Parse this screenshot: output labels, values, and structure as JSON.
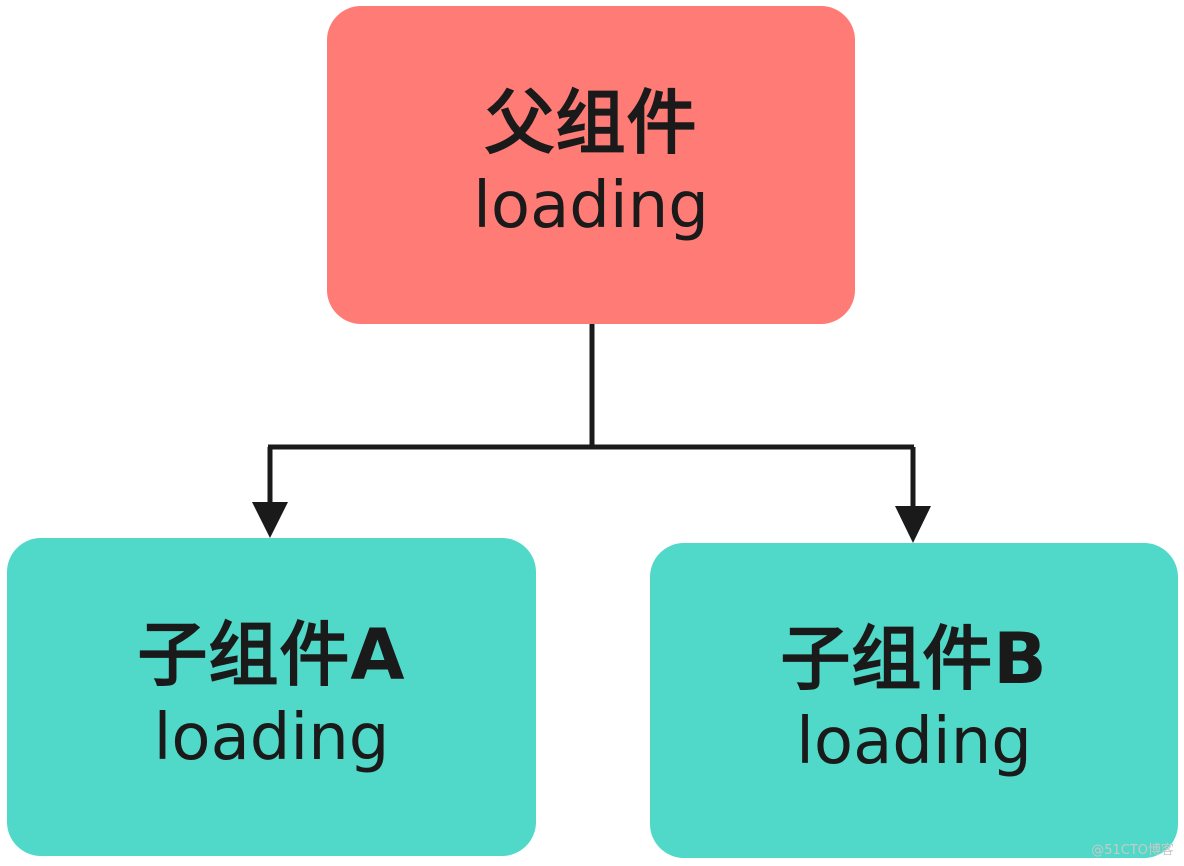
{
  "nodes": {
    "parent": {
      "title": "父组件",
      "status": "loading"
    },
    "child_a": {
      "title": "子组件A",
      "status": "loading"
    },
    "child_b": {
      "title": "子组件B",
      "status": "loading"
    }
  },
  "colors": {
    "parent_fill": "#ff7b76",
    "child_fill": "#50d8c8",
    "connector": "#1a1a1a"
  },
  "watermark": "@51CTO博客"
}
